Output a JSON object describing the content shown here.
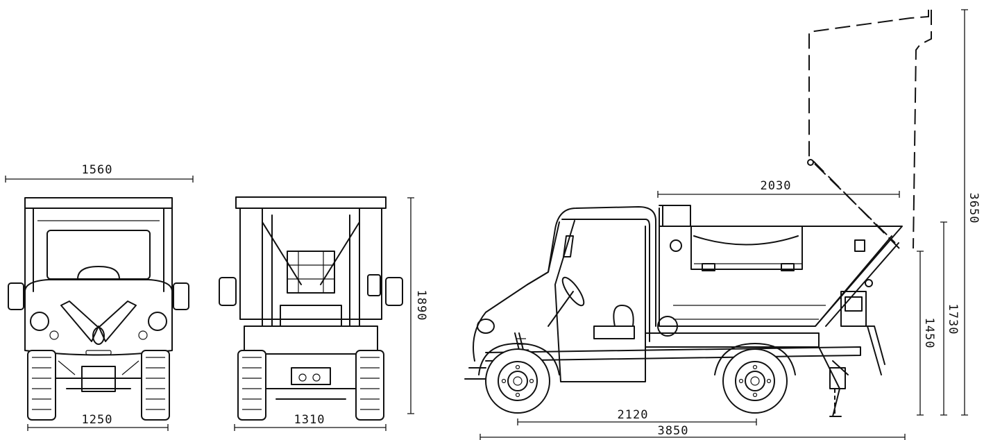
{
  "dimensions": {
    "front_overall_width": "1560",
    "front_track": "1250",
    "rear_track": "1310",
    "rear_height": "1890",
    "body_length": "2030",
    "wheelbase": "2120",
    "overall_length": "3850",
    "body_top_height": "1730",
    "body_edge_height": "1450",
    "tipped_height": "3650"
  }
}
